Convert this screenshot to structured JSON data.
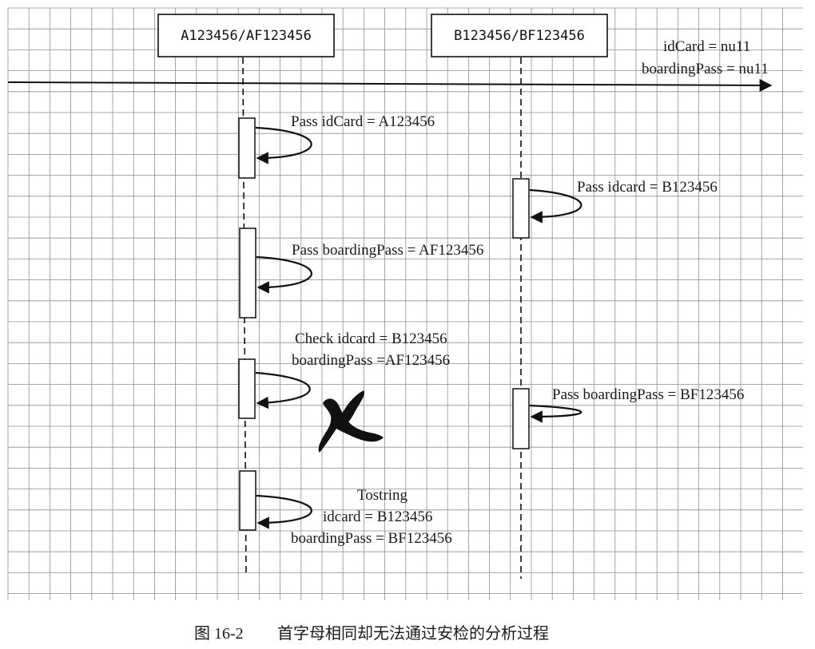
{
  "diagram": {
    "lifelines": [
      {
        "label": "A123456/AF123456"
      },
      {
        "label": "B123456/BF123456"
      }
    ],
    "initial_state": {
      "line1": "idCard = nu11",
      "line2": "boardingPass = nu11"
    },
    "messages": [
      {
        "lines": [
          "Pass idCard = A123456"
        ]
      },
      {
        "lines": [
          "Pass idcard = B123456"
        ]
      },
      {
        "lines": [
          "Pass boardingPass = AF123456"
        ]
      },
      {
        "lines": [
          "Check idcard = B123456",
          "boardingPass =AF123456"
        ]
      },
      {
        "lines": [
          "Pass boardingPass = BF123456"
        ]
      },
      {
        "lines": [
          "Tostring",
          "idcard = B123456",
          "boardingPass = BF123456"
        ]
      }
    ],
    "failure_mark": "X"
  },
  "caption": {
    "figure_number": "图 16-2",
    "text": "首字母相同却无法通过安检的分析过程"
  }
}
